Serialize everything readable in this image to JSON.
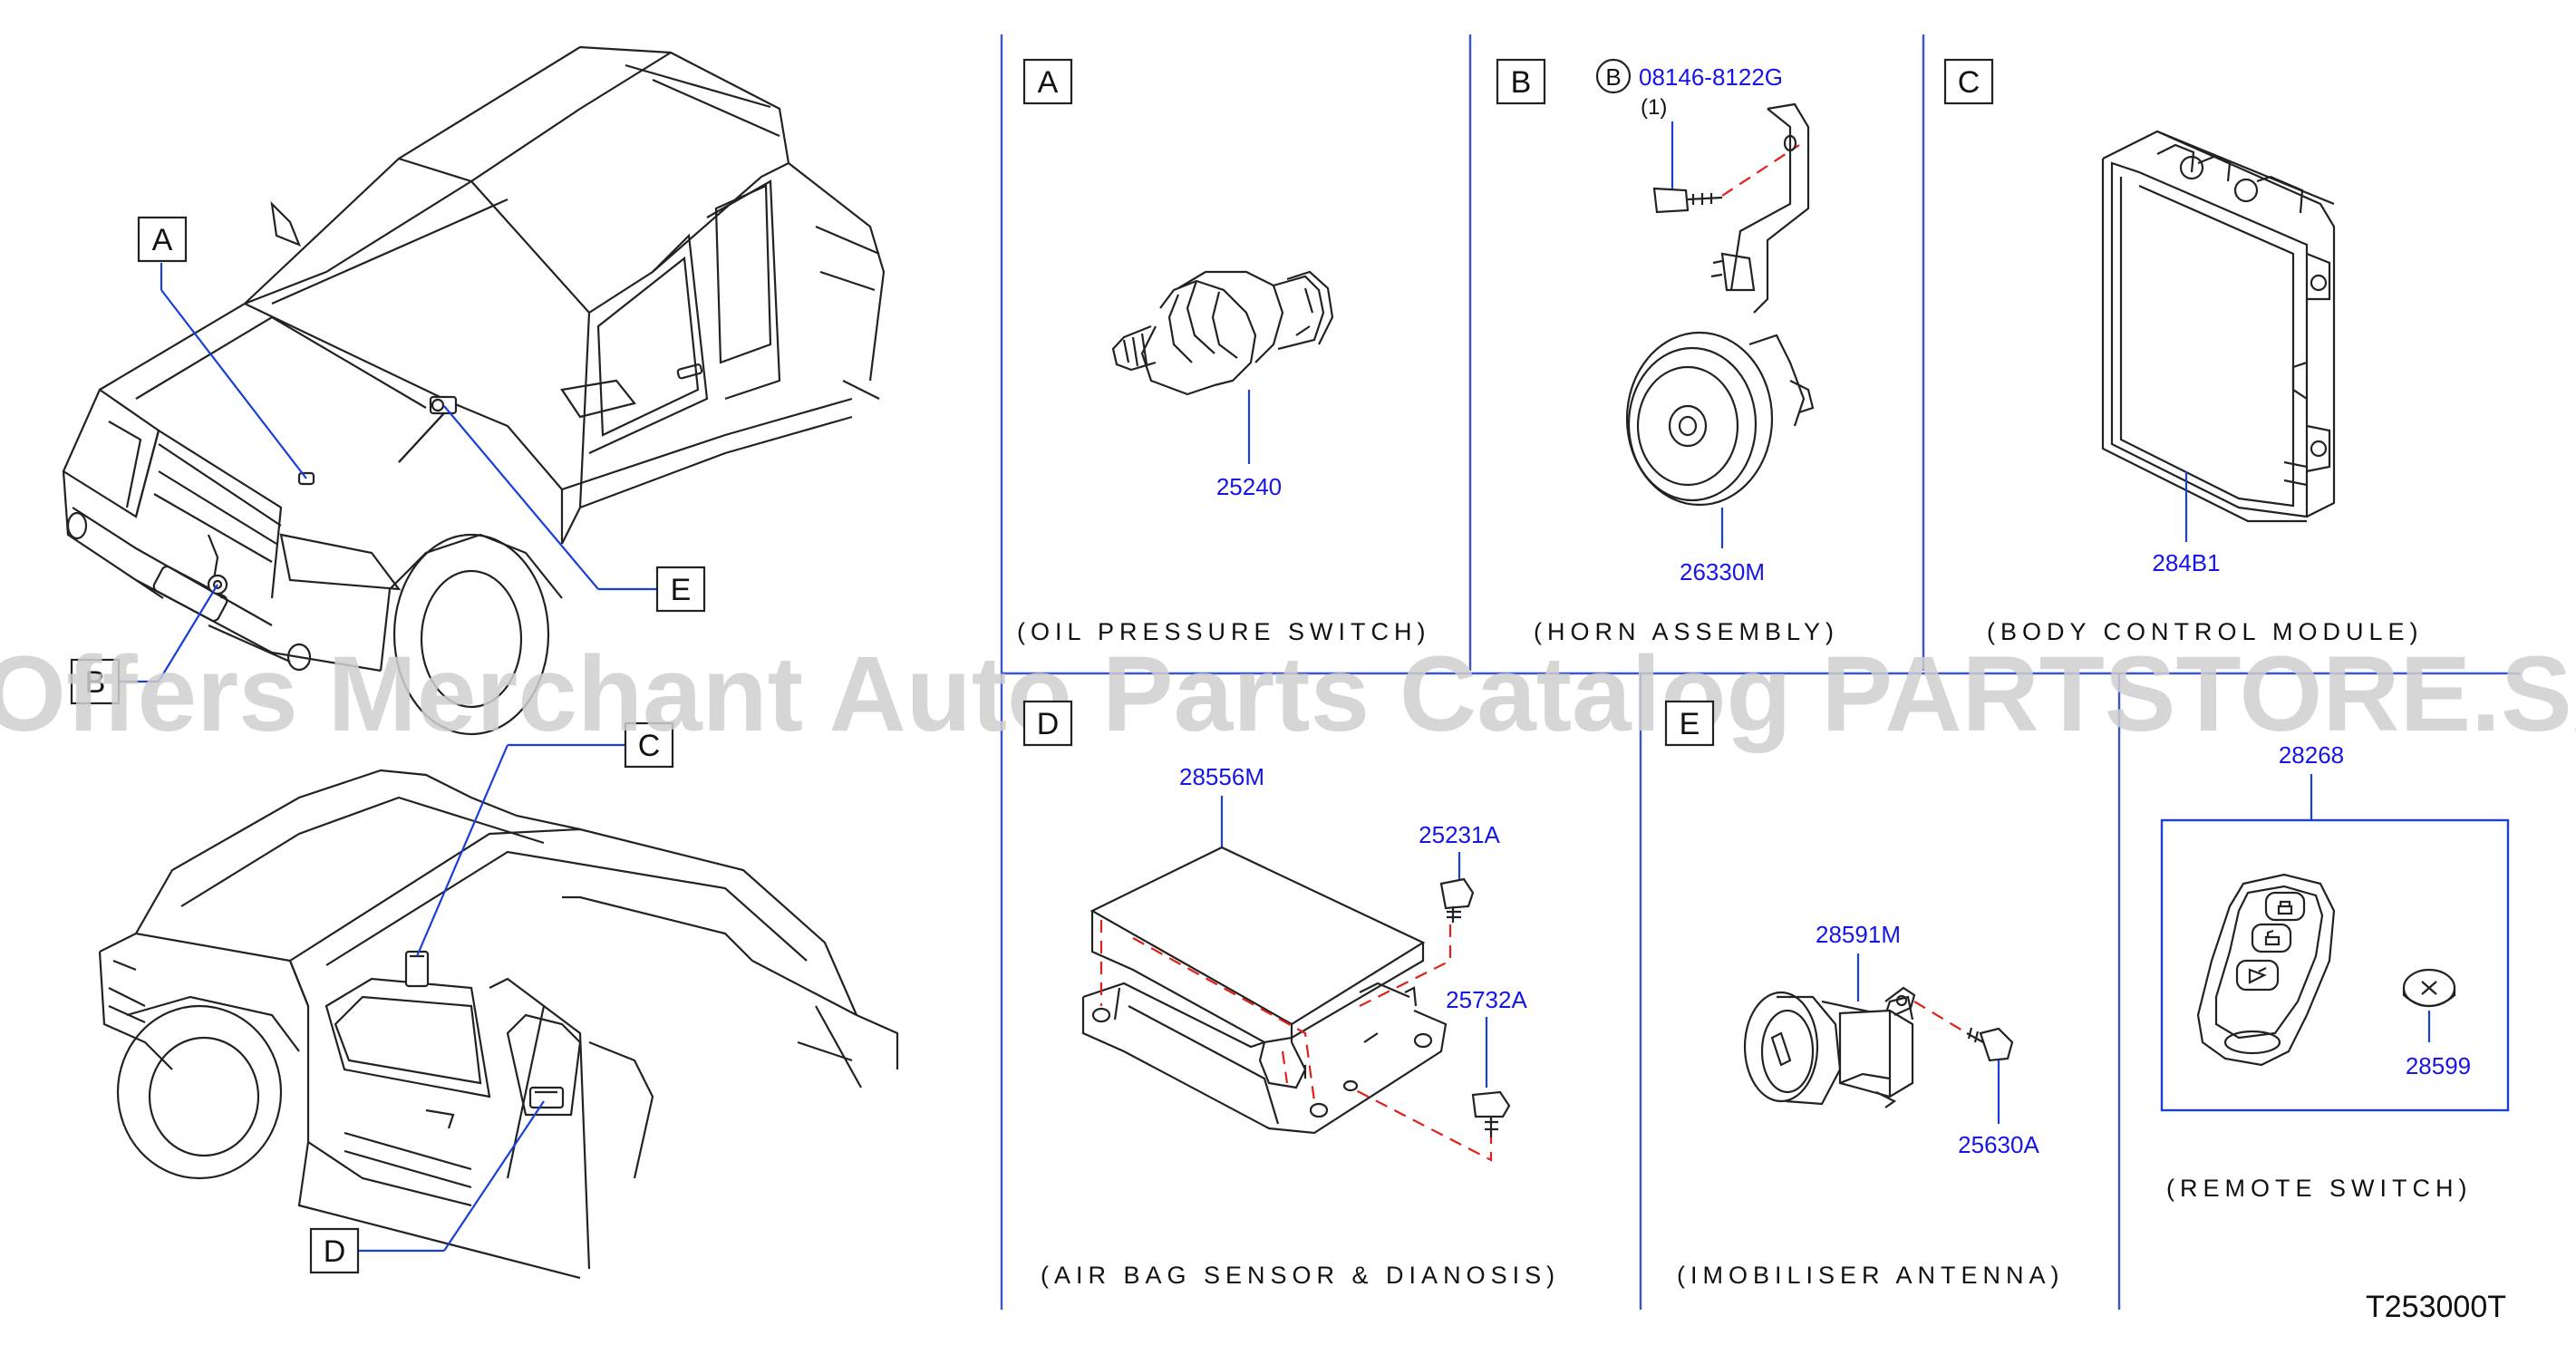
{
  "watermark": "Offers Merchant Auto Parts Catalog PARTSTORE.SA",
  "drawing_code": "T253000T",
  "location_labels": [
    "A",
    "B",
    "C",
    "D",
    "E"
  ],
  "panels": {
    "A": {
      "letter": "A",
      "part": "25240",
      "caption": "(OIL PRESSURE SWITCH)"
    },
    "B": {
      "letter": "B",
      "bolt_ref": "B",
      "bolt_part": "08146-8122G",
      "bolt_qty": "(1)",
      "part": "26330M",
      "caption": "(HORN ASSEMBLY)"
    },
    "C": {
      "letter": "C",
      "part": "284B1",
      "caption": "(BODY CONTROL MODULE)"
    },
    "D": {
      "letter": "D",
      "part_main": "28556M",
      "part_bolt1": "25231A",
      "part_bolt2": "25732A",
      "caption": "(AIR BAG SENSOR & DIANOSIS)"
    },
    "E": {
      "letter": "E",
      "part_main": "28591M",
      "part_bolt": "25630A",
      "caption": "(IMOBILISER ANTENNA)"
    },
    "F": {
      "part_kit": "28268",
      "part_battery": "28599",
      "caption": "(REMOTE SWITCH)"
    }
  },
  "colors": {
    "part_number": "#1515e6",
    "leader": "#1a3fd6",
    "dashed": "#e0201a",
    "divider": "#3a56c8"
  }
}
